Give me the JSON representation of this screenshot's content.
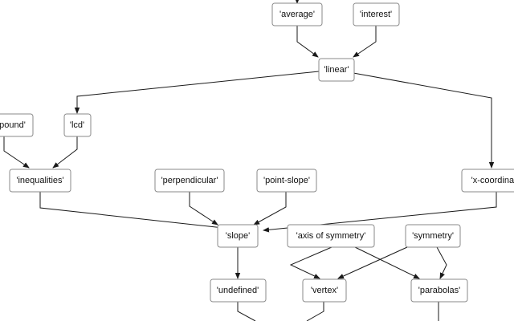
{
  "nodes": [
    {
      "id": "average",
      "label": "'average'"
    },
    {
      "id": "interest",
      "label": "'interest'"
    },
    {
      "id": "linear",
      "label": "'linear'"
    },
    {
      "id": "compound",
      "label": "'compound'"
    },
    {
      "id": "lcd",
      "label": "'lcd'"
    },
    {
      "id": "inequalities",
      "label": "'inequalities'"
    },
    {
      "id": "perpendicular",
      "label": "'perpendicular'"
    },
    {
      "id": "point_slope",
      "label": "'point-slope'"
    },
    {
      "id": "x_coordinate",
      "label": "'x-coordinate'"
    },
    {
      "id": "slope",
      "label": "'slope'"
    },
    {
      "id": "axis_of_symmetry",
      "label": "'axis of symmetry'"
    },
    {
      "id": "symmetry",
      "label": "'symmetry'"
    },
    {
      "id": "undefined",
      "label": "'undefined'"
    },
    {
      "id": "vertex",
      "label": "'vertex'"
    },
    {
      "id": "parabolas",
      "label": "'parabolas'"
    }
  ],
  "edges": [
    {
      "from": "average",
      "to": "linear"
    },
    {
      "from": "interest",
      "to": "linear"
    },
    {
      "from": "linear",
      "to": "lcd"
    },
    {
      "from": "linear",
      "to": "x_coordinate"
    },
    {
      "from": "compound",
      "to": "inequalities"
    },
    {
      "from": "lcd",
      "to": "inequalities"
    },
    {
      "from": "inequalities",
      "to": "slope"
    },
    {
      "from": "perpendicular",
      "to": "slope"
    },
    {
      "from": "point_slope",
      "to": "slope"
    },
    {
      "from": "x_coordinate",
      "to": "slope"
    },
    {
      "from": "slope",
      "to": "undefined"
    },
    {
      "from": "axis_of_symmetry",
      "to": "vertex"
    },
    {
      "from": "axis_of_symmetry",
      "to": "parabolas"
    },
    {
      "from": "symmetry",
      "to": "vertex"
    },
    {
      "from": "symmetry",
      "to": "parabolas"
    }
  ]
}
